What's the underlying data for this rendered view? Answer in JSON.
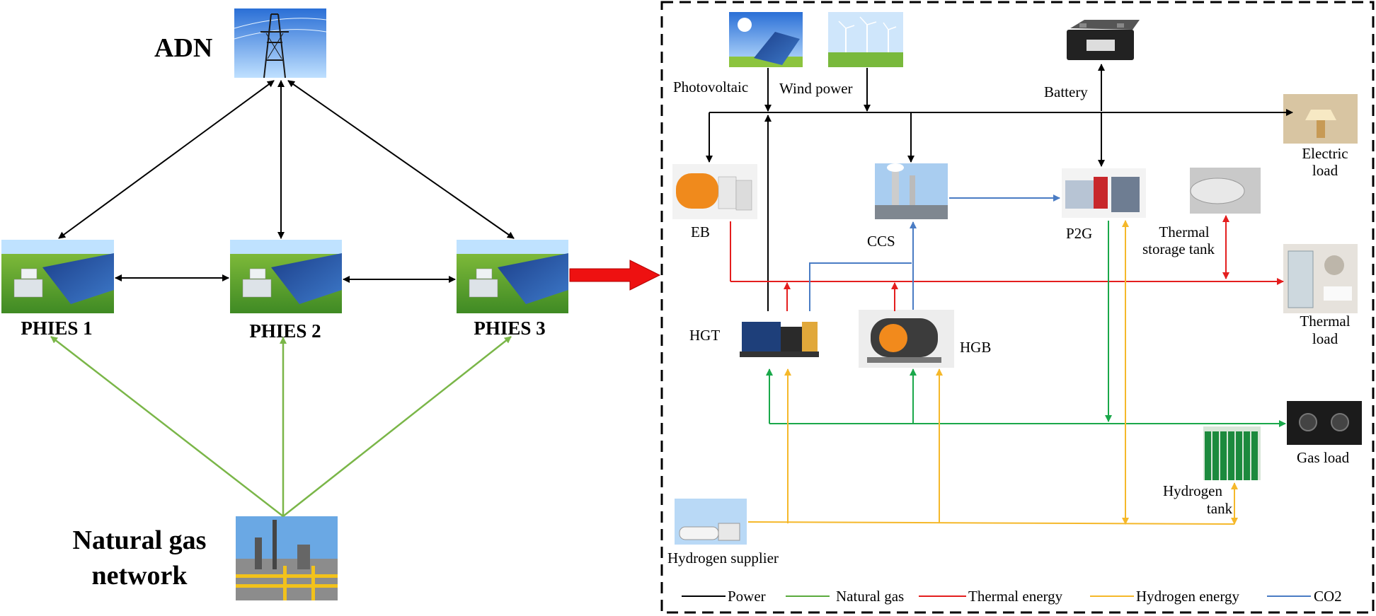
{
  "left_panel": {
    "adn_label": "ADN",
    "phies_labels": [
      "PHIES 1",
      "PHIES 2",
      "PHIES 3"
    ],
    "gas_network_line1": "Natural gas",
    "gas_network_line2": "network"
  },
  "right_panel": {
    "components": {
      "photovoltaic": "Photovoltaic",
      "wind_power": "Wind power",
      "battery": "Battery",
      "electric_load_line1": "Electric",
      "electric_load_line2": "load",
      "eb": "EB",
      "ccs": "CCS",
      "p2g": "P2G",
      "thermal_storage_line1": "Thermal",
      "thermal_storage_line2": "storage tank",
      "thermal_load_line1": "Thermal",
      "thermal_load_line2": "load",
      "hgt": "HGT",
      "hgb": "HGB",
      "gas_load": "Gas load",
      "hydrogen_tank_line1": "Hydrogen",
      "hydrogen_tank_line2": "tank",
      "hydrogen_supplier": "Hydrogen supplier"
    },
    "legend": [
      {
        "label": "Power",
        "color": "#000000"
      },
      {
        "label": "Natural gas",
        "color": "#5aaa3c"
      },
      {
        "label": "Thermal energy",
        "color": "#e41e1e"
      },
      {
        "label": "Hydrogen energy",
        "color": "#f5b82a"
      },
      {
        "label": "CO2",
        "color": "#4a7cc4"
      }
    ]
  },
  "colors": {
    "power": "#000000",
    "gas_left": "#7ab648",
    "gas": "#1aa84a",
    "thermal": "#e41e1e",
    "hydrogen": "#f5b82a",
    "co2": "#4a7cc4",
    "big_arrow": "#ee1111"
  }
}
